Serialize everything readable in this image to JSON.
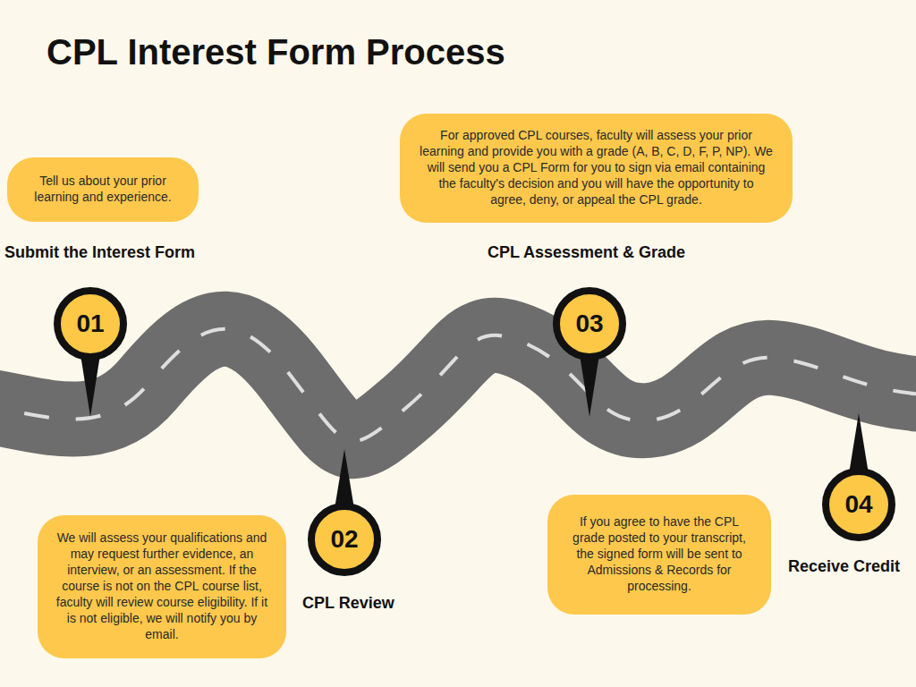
{
  "diagram": {
    "title": "CPL Interest Form Process",
    "nodes": [
      {
        "text": [
          "Tell us about your prior learning and experience."
        ]
      },
      {
        "text": [
          "01"
        ]
      },
      {
        "text": [
          "We will assess your qualifications and may request further evidence, an interview, or an assessment. If the course is not on the CPL course list, faculty will review course eligibility. If it is not eligible, we will notify you by email."
        ]
      },
      {
        "text": [
          "02"
        ]
      },
      {
        "text": [
          "For approved CPL courses, faculty will assess your prior learning and provide you with a grade (A, B, C, D, F, P, NP). We will send you a CPL Form for you to sign via email containing the faculty's decision and you will have the opportunity to agree, deny, or appeal the CPL grade."
        ]
      },
      {
        "text": [
          "03"
        ]
      },
      {
        "text": [
          "If you agree to have the CPL grade posted to your transcript, the signed form will be sent to Admissions & Records for processing."
        ]
      },
      {
        "text": [
          "04"
        ]
      }
    ],
    "labels": [
      "Submit the Interest Form",
      "CPL Assessment & Grade",
      "CPL Review",
      "Receive Credit"
    ]
  }
}
